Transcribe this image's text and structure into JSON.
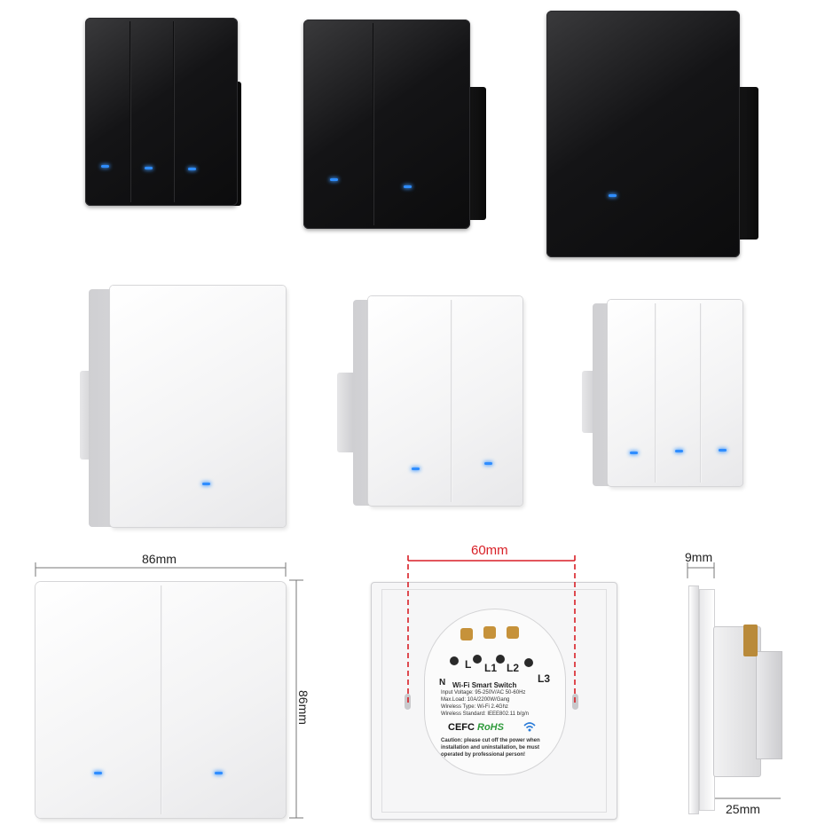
{
  "dimensions": {
    "width_label": "86mm",
    "height_label": "86mm",
    "screw_spacing_label": "60mm",
    "depth_plate_label": "9mm",
    "depth_box_label": "25mm"
  },
  "back_label": {
    "terminals": [
      "L",
      "L1",
      "L2",
      "L3",
      "N"
    ],
    "title": "Wi-Fi Smart Switch",
    "specs": [
      "Input Voltage: 95-250V/AC 50-60Hz",
      "Max.Load: 10A/2200W/Gang",
      "Wireless Type: Wi-Fi 2.4Ghz",
      "Wireless Standard: IEEE802.11 b/g/n"
    ],
    "certs": [
      "CE",
      "FC",
      "RoHS"
    ],
    "caution": [
      "Caution: please cut off the power when",
      "installation and uninstallation, be must",
      "operated by professional person!"
    ]
  },
  "colors": {
    "accent_red": "#d81f26",
    "led_blue": "#2f8dff"
  }
}
